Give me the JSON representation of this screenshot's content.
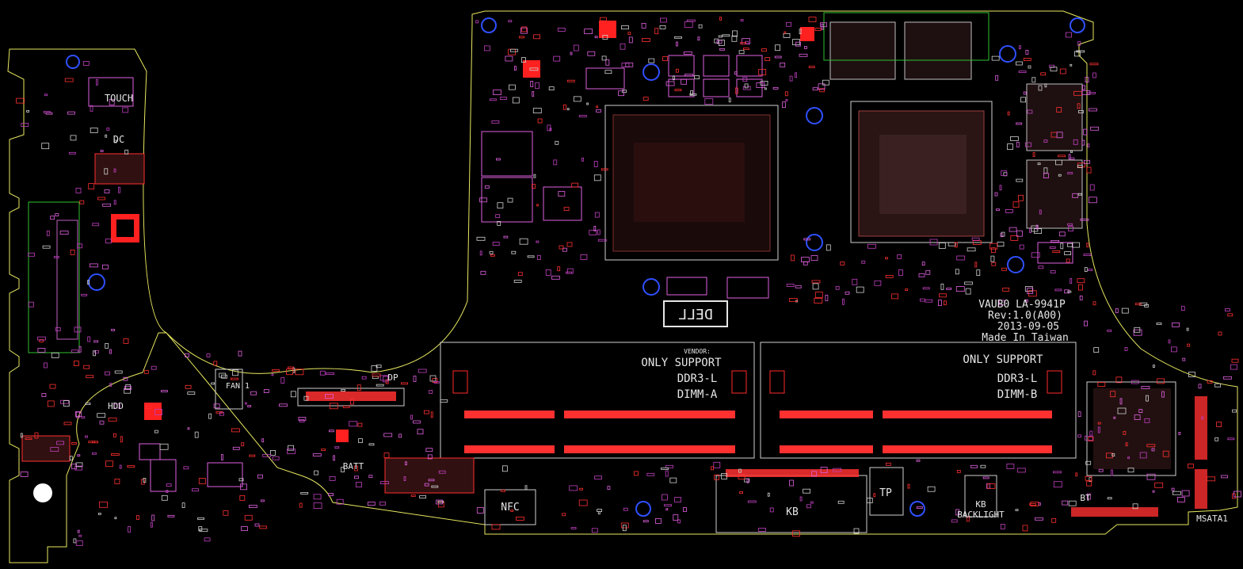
{
  "board": {
    "labels": {
      "touch": "TOUCH",
      "dc": "DC",
      "hdd": "HDD",
      "fan": "FAN 1",
      "dp": "DP",
      "batt": "BATT",
      "nfc": "NFC",
      "kb": "KB",
      "tp": "TP",
      "kb_backlight_1": "KB",
      "kb_backlight_2": "BACKLIGHT",
      "bt": "BT",
      "msata": "MSATA1",
      "vendor": "VENDOR:"
    },
    "dimm_a": [
      "ONLY SUPPORT",
      "DDR3-L",
      "DIMM-A"
    ],
    "dimm_b": [
      "ONLY SUPPORT",
      "DDR3-L",
      "DIMM-B"
    ],
    "board_info": [
      "VAUB0 LA-9941P",
      "Rev:1.0(A00)",
      "2013-09-05",
      "Made In Taiwan"
    ],
    "logo": "DELL",
    "colors": {
      "outline": "#e8e860",
      "silkscreen": "#e6e6e6",
      "component": "#e060e0",
      "pad": "#ff2a2a",
      "hole": "#3050ff",
      "fill_green": "#30c030"
    }
  }
}
